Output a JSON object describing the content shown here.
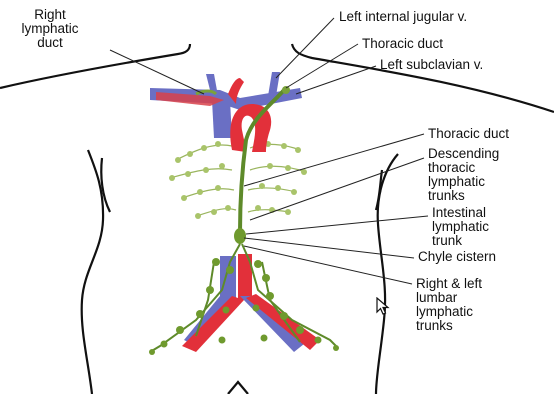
{
  "diagram": {
    "labels": {
      "right_lymphatic_duct": "Right\nlymphatic\nduct",
      "left_internal_jugular": "Left internal jugular v.",
      "thoracic_duct_top": "Thoracic duct",
      "left_subclavian": "Left subclavian v.",
      "thoracic_duct_mid": "Thoracic duct",
      "descending_trunks": "Descending\nthoracic\nlymphatic\ntrunks",
      "intestinal_trunk": "Intestinal\nlymphatic\ntrunk",
      "chyle_cistern": "Chyle cistern",
      "lumbar_trunks": "Right & left\nlumbar\nlymphatic\ntrunks"
    },
    "colors": {
      "artery": "#e2303a",
      "vein": "#6a6fc4",
      "lymph": "#7aa23a",
      "lymph_light": "#b9d27a",
      "outline": "#111111",
      "leader": "#222222"
    },
    "icons": {
      "cursor": "mouse-pointer-icon"
    }
  }
}
